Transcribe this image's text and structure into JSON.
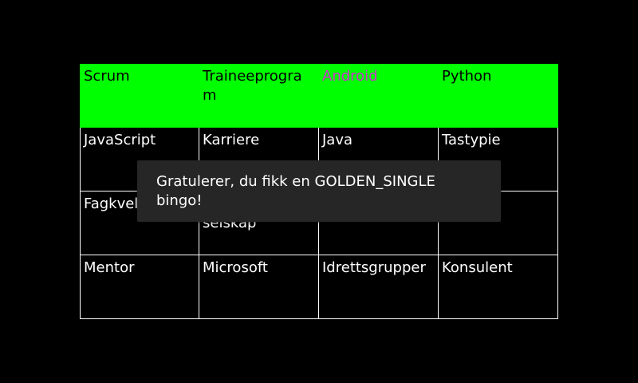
{
  "board": {
    "cells": [
      {
        "label": "Scrum",
        "state": "marked"
      },
      {
        "label": "Traineeprogram",
        "state": "marked"
      },
      {
        "label": "Android",
        "state": "marked-golden"
      },
      {
        "label": "Python",
        "state": "marked"
      },
      {
        "label": "JavaScript",
        "state": "unmarked"
      },
      {
        "label": "Karriere",
        "state": "unmarked"
      },
      {
        "label": "Java",
        "state": "unmarked"
      },
      {
        "label": "Tastypie",
        "state": "unmarked"
      },
      {
        "label": "Fagkvel",
        "state": "unmarked"
      },
      {
        "label": "selskap",
        "state": "unmarked"
      },
      {
        "label": "",
        "state": "unmarked"
      },
      {
        "label": "",
        "state": "unmarked"
      },
      {
        "label": "Mentor",
        "state": "unmarked"
      },
      {
        "label": "Microsoft",
        "state": "unmarked"
      },
      {
        "label": "Idrettsgrupper",
        "state": "unmarked"
      },
      {
        "label": "Konsulent",
        "state": "unmarked"
      }
    ]
  },
  "toast": {
    "message": "Gratulerer, du fikk en GOLDEN_SINGLE bingo!"
  },
  "colors": {
    "background": "#000000",
    "marked": "#00ff00",
    "golden_text": "#cc33cc",
    "grid_line": "#ffffff",
    "toast_bg": "#262626"
  }
}
